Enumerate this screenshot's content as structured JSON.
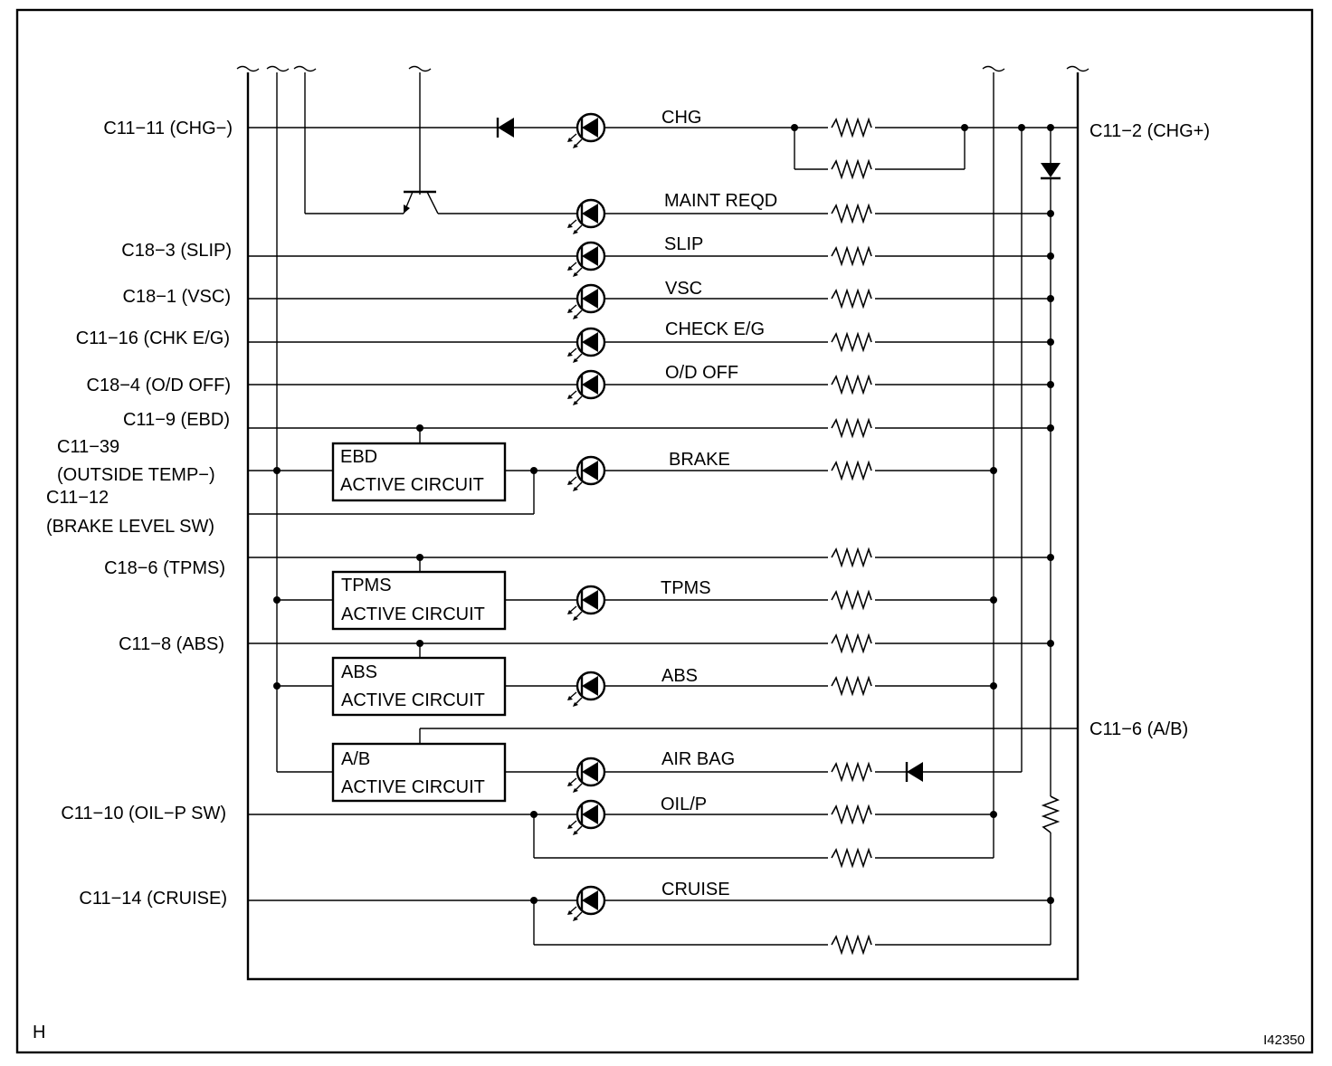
{
  "pins_left": {
    "chg_minus": "C11−11 (CHG−)",
    "slip": "C18−3 (SLIP)",
    "vsc": "C18−1 (VSC)",
    "chk_eg": "C11−16 (CHK E/G)",
    "od_off": "C18−4 (O/D OFF)",
    "ebd": "C11−9 (EBD)",
    "outside_temp_1": "C11−39",
    "outside_temp_2": "(OUTSIDE TEMP−)",
    "brake_level_1": "C11−12",
    "brake_level_2": "(BRAKE LEVEL SW)",
    "tpms": "C18−6 (TPMS)",
    "abs": "C11−8 (ABS)",
    "oil_p": "C11−10 (OIL−P SW)",
    "cruise": "C11−14 (CRUISE)"
  },
  "pins_right": {
    "chg_plus": "C11−2 (CHG+)",
    "ab": "C11−6 (A/B)"
  },
  "indicators": {
    "chg": "CHG",
    "maint": "MAINT REQD",
    "slip": "SLIP",
    "vsc": "VSC",
    "check_eg": "CHECK E/G",
    "od_off": "O/D OFF",
    "brake": "BRAKE",
    "tpms": "TPMS",
    "abs": "ABS",
    "air_bag": "AIR BAG",
    "oil_p": "OIL/P",
    "cruise": "CRUISE"
  },
  "boxes": {
    "ebd": {
      "line1": "EBD",
      "line2": "ACTIVE CIRCUIT"
    },
    "tpms": {
      "line1": "TPMS",
      "line2": "ACTIVE CIRCUIT"
    },
    "abs": {
      "line1": "ABS",
      "line2": "ACTIVE CIRCUIT"
    },
    "ab": {
      "line1": "A/B",
      "line2": "ACTIVE CIRCUIT"
    }
  },
  "corner_label": "H",
  "figure_id": "I42350"
}
